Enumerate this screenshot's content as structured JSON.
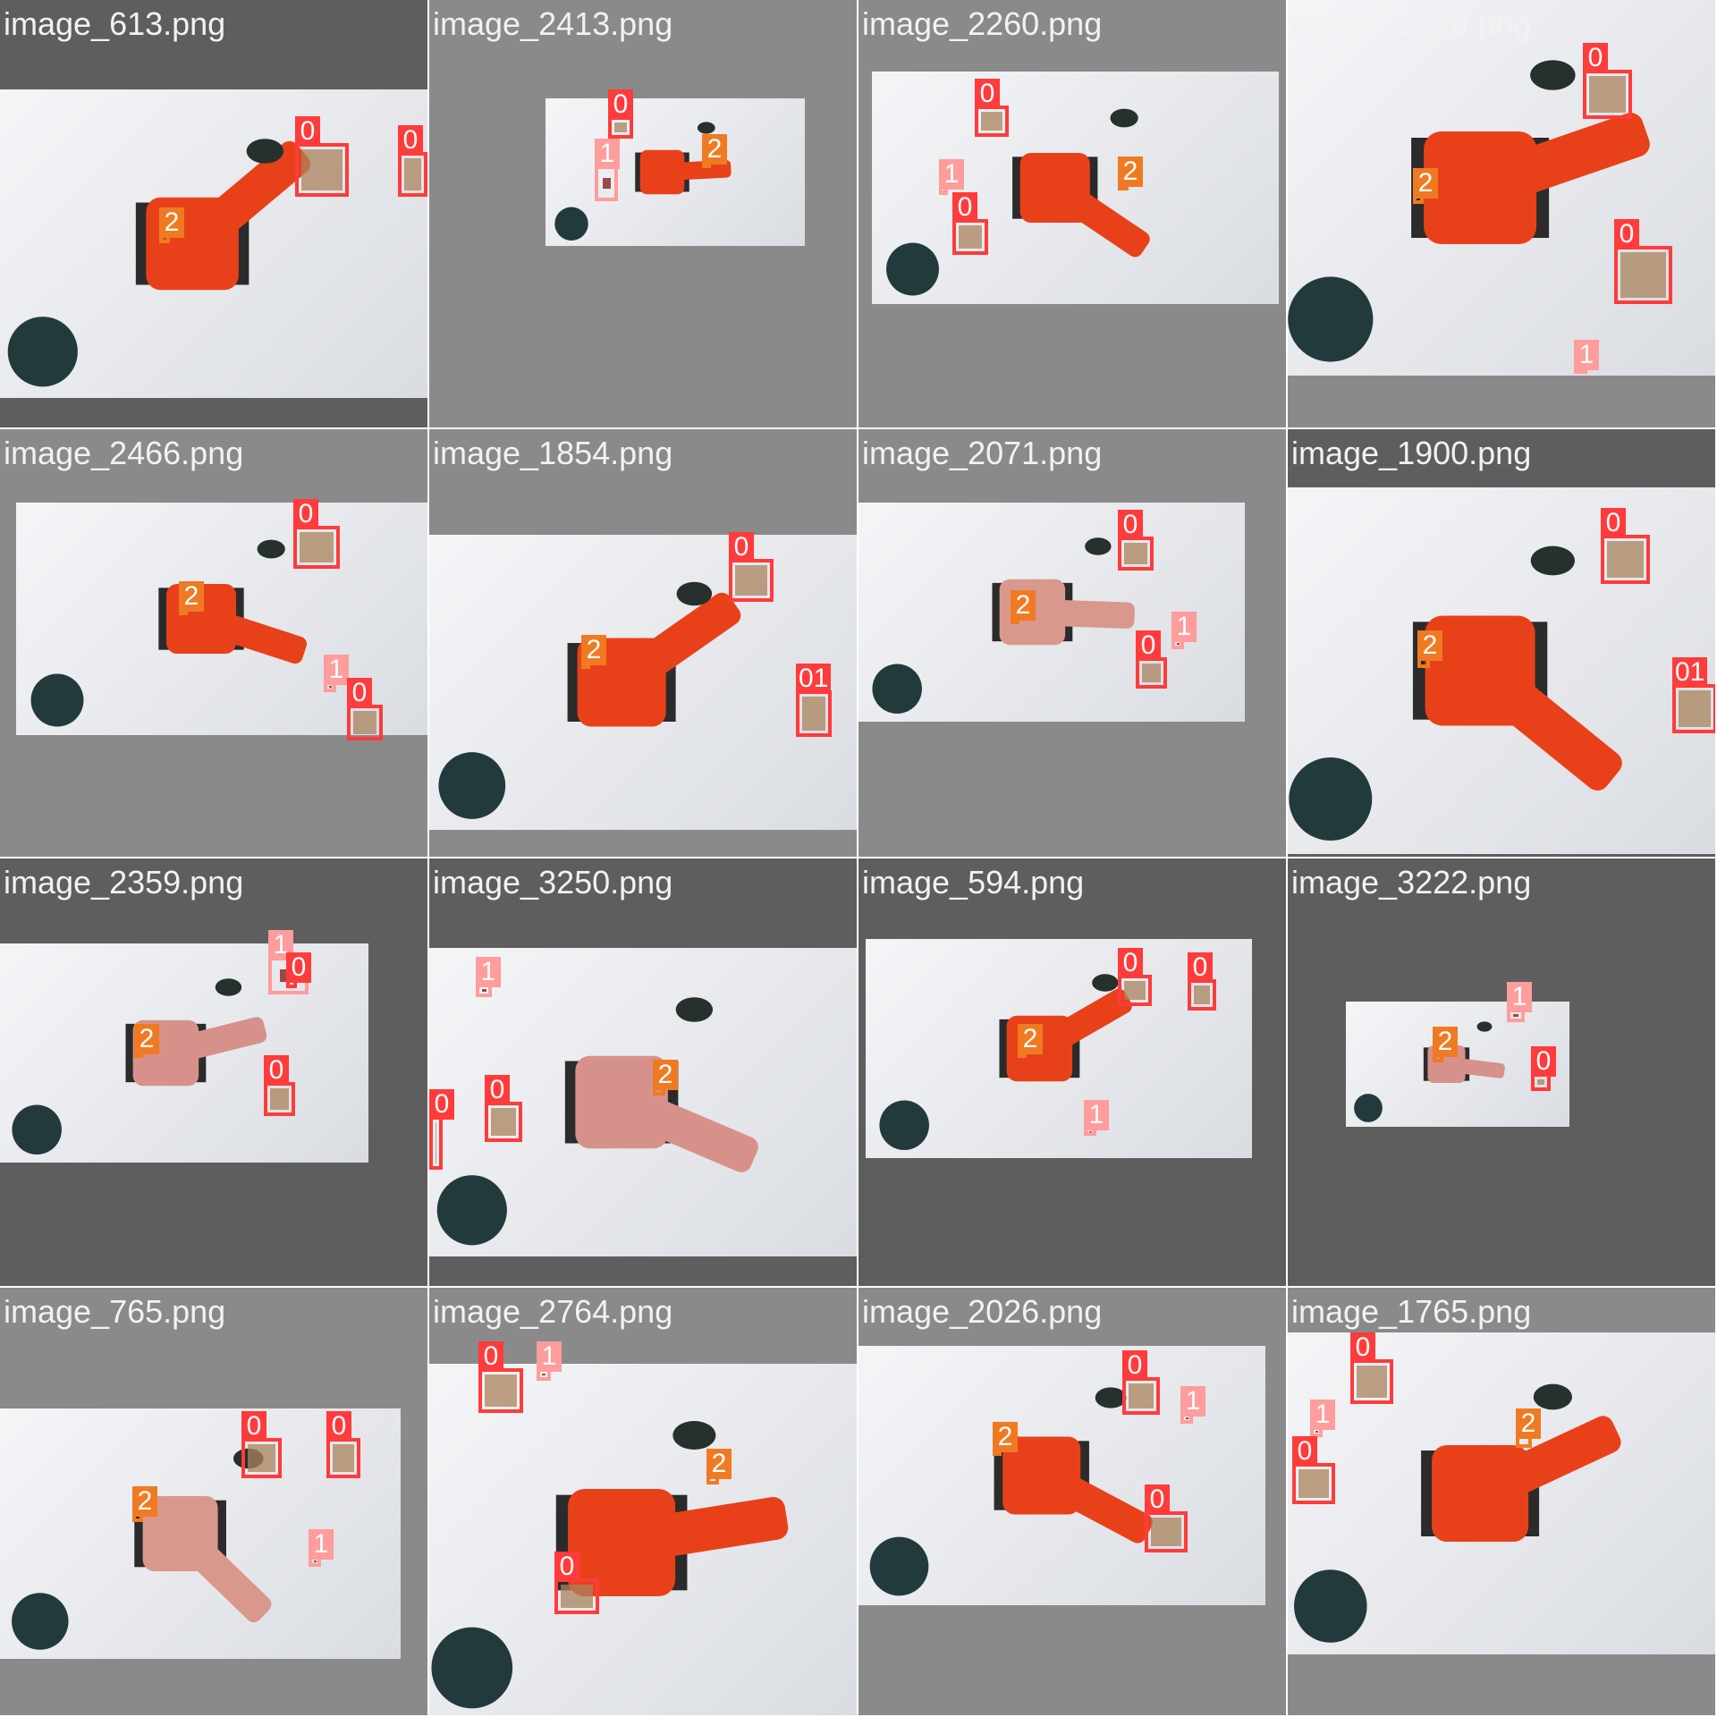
{
  "tiles": [
    {
      "title": "image_613.png",
      "bg": "#5e5e5e",
      "robot": "#e8411a",
      "labels": [
        "0",
        "0",
        "2"
      ]
    },
    {
      "title": "image_2413.png",
      "bg": "#8a8a8a",
      "robot": "#e8411a",
      "labels": [
        "0",
        "1",
        "2"
      ]
    },
    {
      "title": "image_2260.png",
      "bg": "#8a8a8a",
      "robot": "#e8411a",
      "labels": [
        "0",
        "1",
        "0",
        "2"
      ]
    },
    {
      "title": "image_2178.png",
      "bg": "#8a8a8a",
      "robot": "#e8411a",
      "labels": [
        "0",
        "2",
        "0",
        "1"
      ]
    },
    {
      "title": "image_2466.png",
      "bg": "#8a8a8a",
      "robot": "#e8411a",
      "labels": [
        "0",
        "2",
        "1",
        "0"
      ]
    },
    {
      "title": "image_1854.png",
      "bg": "#8a8a8a",
      "robot": "#e8411a",
      "labels": [
        "0",
        "2",
        "01"
      ]
    },
    {
      "title": "image_2071.png",
      "bg": "#8a8a8a",
      "robot": "#d9988c",
      "labels": [
        "0",
        "2",
        "0",
        "1"
      ]
    },
    {
      "title": "image_1900.png",
      "bg": "#5e5e5e",
      "robot": "#e8411a",
      "labels": [
        "0",
        "2",
        "01"
      ]
    },
    {
      "title": "image_2359.png",
      "bg": "#5e5e5e",
      "robot": "#d6928a",
      "labels": [
        "1",
        "0",
        "2",
        "0"
      ]
    },
    {
      "title": "image_3250.png",
      "bg": "#5e5e5e",
      "robot": "#d6928a",
      "labels": [
        "1",
        "0",
        "2",
        "0"
      ]
    },
    {
      "title": "image_594.png",
      "bg": "#5e5e5e",
      "robot": "#e8411a",
      "labels": [
        "0",
        "0",
        "2",
        "1"
      ]
    },
    {
      "title": "image_3222.png",
      "bg": "#5e5e5e",
      "robot": "#d6928a",
      "labels": [
        "1",
        "2",
        "0"
      ]
    },
    {
      "title": "image_765.png",
      "bg": "#8a8a8a",
      "robot": "#d9988c",
      "labels": [
        "0",
        "0",
        "2",
        "1"
      ]
    },
    {
      "title": "image_2764.png",
      "bg": "#8a8a8a",
      "robot": "#e8411a",
      "labels": [
        "0",
        "1",
        "2",
        "0"
      ]
    },
    {
      "title": "image_2026.png",
      "bg": "#8a8a8a",
      "robot": "#e8411a",
      "labels": [
        "0",
        "1",
        "2",
        "0"
      ]
    },
    {
      "title": "image_1765.png",
      "bg": "#8a8a8a",
      "robot": "#e8411a",
      "labels": [
        "0",
        "1",
        "2",
        "0"
      ]
    }
  ],
  "classes": {
    "0": "#ff3b3b",
    "1": "#ff9c9c",
    "2": "#f07a22"
  }
}
